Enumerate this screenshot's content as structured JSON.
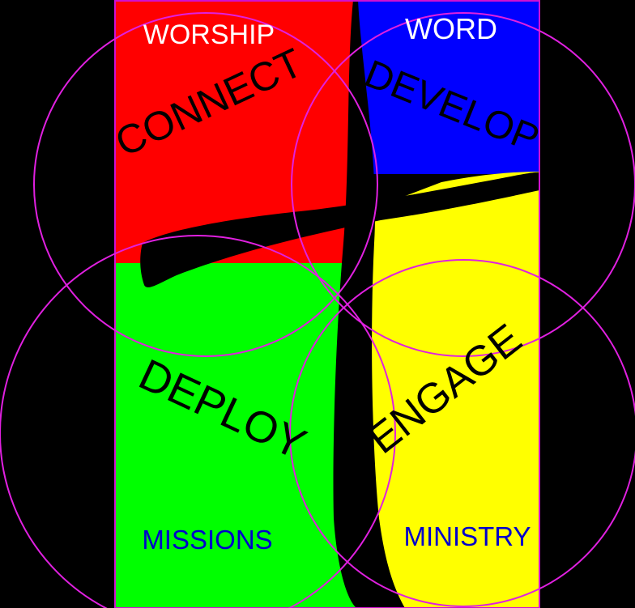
{
  "colors": {
    "background": "#000000",
    "worship_quadrant": "#ff0000",
    "word_quadrant": "#0000ff",
    "missions_quadrant": "#00ff00",
    "ministry_quadrant": "#ffff00",
    "cross": "#000000",
    "circle_stroke": "#e020e0",
    "top_label_color": "#ffffff",
    "bottom_label_color": "#0000cc",
    "arc_label_color": "#000000"
  },
  "quadrants": {
    "top_left": "WORSHIP",
    "top_right": "WORD",
    "bottom_left": "MISSIONS",
    "bottom_right": "MINISTRY"
  },
  "circles": {
    "top_left": "CONNECT",
    "top_right": "DEVELOP",
    "bottom_left": "DEPLOY",
    "bottom_right": "ENGAGE"
  },
  "center_icon": "cross-icon"
}
